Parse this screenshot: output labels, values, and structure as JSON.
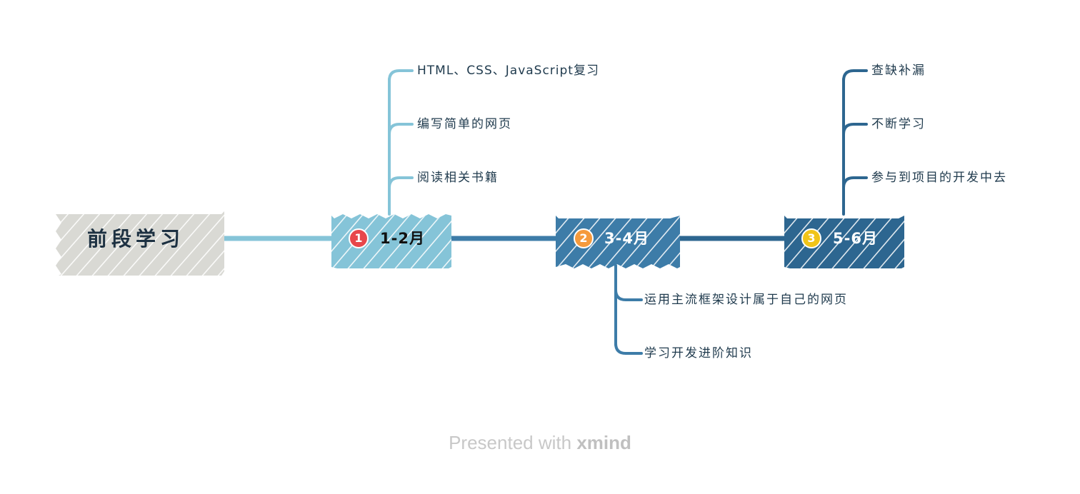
{
  "root": {
    "label": "前段学习",
    "color": "#d9d9d4",
    "text_color": "#1d3142"
  },
  "branches": [
    {
      "badge": "1",
      "badge_color": "#e8474b",
      "label": "1-2月",
      "fill": "#85c4d8",
      "text_color": "#111111",
      "line_color": "#85c4d8",
      "children_side": "top",
      "children": [
        "HTML、CSS、JavaScript复习",
        "编写简单的网页",
        "阅读相关书籍"
      ]
    },
    {
      "badge": "2",
      "badge_color": "#f59a3c",
      "label": "3-4月",
      "fill": "#3d7ca8",
      "text_color": "#ffffff",
      "line_color": "#3d7ca8",
      "children_side": "bottom",
      "children": [
        "运用主流框架设计属于自己的网页",
        "学习开发进阶知识"
      ]
    },
    {
      "badge": "3",
      "badge_color": "#f0c419",
      "label": "5-6月",
      "fill": "#2d6690",
      "text_color": "#ffffff",
      "line_color": "#2d6690",
      "children_side": "top",
      "children": [
        "查缺补漏",
        "不断学习",
        "参与到项目的开发中去"
      ]
    }
  ],
  "footer": {
    "prefix": "Presented with",
    "brand": "xmind"
  }
}
